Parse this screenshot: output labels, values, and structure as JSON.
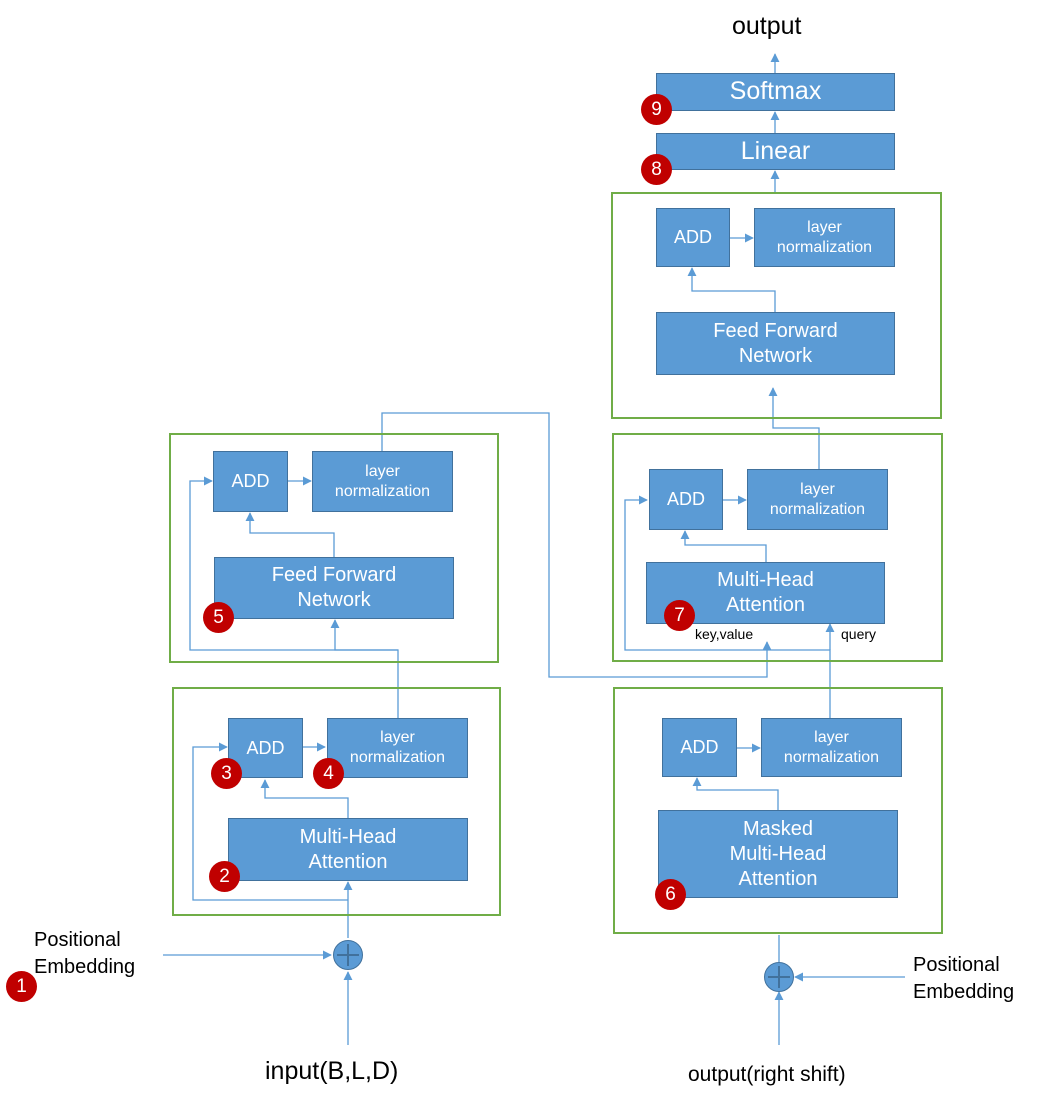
{
  "output_label": "output",
  "softmax": "Softmax",
  "linear": "Linear",
  "add": "ADD",
  "layer_norm_line1": "layer",
  "layer_norm_line2": "normalization",
  "ffn_line1": "Feed Forward",
  "ffn_line2": "Network",
  "mha_line1": "Multi-Head",
  "mha_line2": "Attention",
  "masked_line1": "Masked",
  "masked_line2": "Multi-Head",
  "masked_line3": "Attention",
  "key_value": "key,value",
  "query": "query",
  "positional_line1": "Positional",
  "positional_line2": "Embedding",
  "input_label": "input(B,L,D)",
  "output_shift_label": "output(right shift)",
  "badges": [
    "1",
    "2",
    "3",
    "4",
    "5",
    "6",
    "7",
    "8",
    "9"
  ],
  "colors": {
    "block": "#5b9bd5",
    "border": "#41719c",
    "group": "#70ad47",
    "badge": "#c00000"
  }
}
